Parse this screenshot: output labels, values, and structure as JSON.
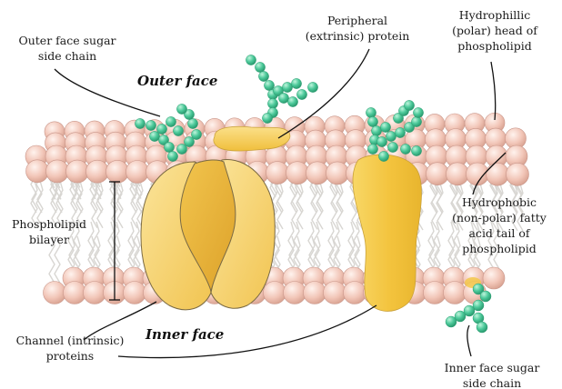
{
  "colors": {
    "head_fill": "#f2c6b8",
    "head_stroke": "#c9968a",
    "tail_stroke": "#d8d6d2",
    "protein_light": "#f6d36a",
    "protein_dark": "#e8b23a",
    "protein_outline": "#5a4a2a",
    "sugar": "#4cc99a",
    "sugar_stroke": "#2f9f74",
    "leader_line": "#111111"
  },
  "labels": {
    "outer_sugar": "Outer face sugar\nside chain",
    "peripheral": "Peripheral\n(extrinsic) protein",
    "hydrophilic": "Hydrophillic\n(polar) head of\nphospholipid",
    "phospholipid_bilayer": "Phospholipid\nbilayer",
    "hydrophobic": "Hydrophobic\n(non-polar) fatty\nacid tail of\nphospholipid",
    "channel": "Channel (intrinsic)\nproteins",
    "inner_sugar": "Inner face sugar\nside chain",
    "outer_face": "Outer face",
    "inner_face": "Inner face"
  },
  "icons": {
    "sugar_chain": "bead-chain-icon",
    "channel_protein": "channel-protein-icon",
    "peripheral_protein": "peripheral-protein-icon"
  }
}
